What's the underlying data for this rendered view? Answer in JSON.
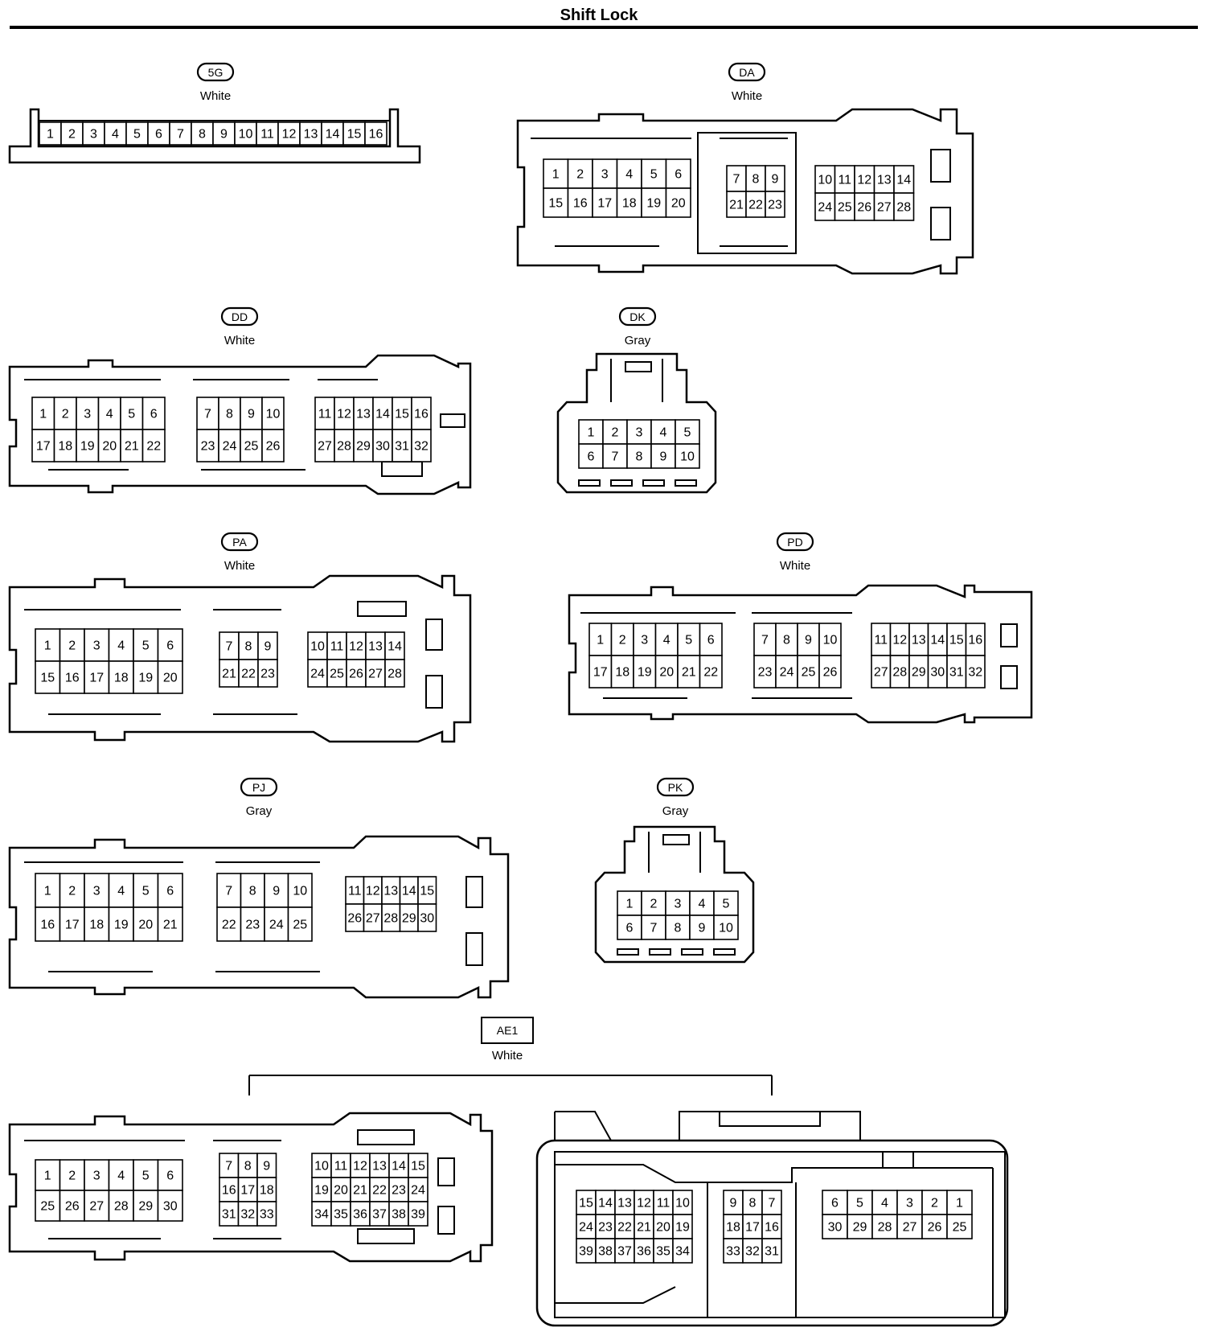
{
  "title": "Shift Lock",
  "connectors": [
    {
      "id": "5G",
      "color": "White",
      "tag_style": "pill",
      "rows": [
        [
          [
            "1",
            "2",
            "3",
            "4",
            "5",
            "6",
            "7",
            "8",
            "9",
            "10",
            "11",
            "12",
            "13",
            "14",
            "15",
            "16"
          ]
        ]
      ]
    },
    {
      "id": "DA",
      "color": "White",
      "tag_style": "pill",
      "rows": [
        [
          [
            "1",
            "2",
            "3",
            "4",
            "5",
            "6"
          ],
          [
            "15",
            "16",
            "17",
            "18",
            "19",
            "20"
          ]
        ],
        [
          [
            "7",
            "8",
            "9"
          ],
          [
            "21",
            "22",
            "23"
          ]
        ],
        [
          [
            "10",
            "11",
            "12",
            "13",
            "14"
          ],
          [
            "24",
            "25",
            "26",
            "27",
            "28"
          ]
        ]
      ]
    },
    {
      "id": "DD",
      "color": "White",
      "tag_style": "pill",
      "rows": [
        [
          [
            "1",
            "2",
            "3",
            "4",
            "5",
            "6"
          ],
          [
            "17",
            "18",
            "19",
            "20",
            "21",
            "22"
          ]
        ],
        [
          [
            "7",
            "8",
            "9",
            "10"
          ],
          [
            "23",
            "24",
            "25",
            "26"
          ]
        ],
        [
          [
            "11",
            "12",
            "13",
            "14",
            "15",
            "16"
          ],
          [
            "27",
            "28",
            "29",
            "30",
            "31",
            "32"
          ]
        ]
      ]
    },
    {
      "id": "DK",
      "color": "Gray",
      "tag_style": "pill",
      "rows": [
        [
          [
            "1",
            "2",
            "3",
            "4",
            "5"
          ],
          [
            "6",
            "7",
            "8",
            "9",
            "10"
          ]
        ]
      ]
    },
    {
      "id": "PA",
      "color": "White",
      "tag_style": "pill",
      "rows": [
        [
          [
            "1",
            "2",
            "3",
            "4",
            "5",
            "6"
          ],
          [
            "15",
            "16",
            "17",
            "18",
            "19",
            "20"
          ]
        ],
        [
          [
            "7",
            "8",
            "9"
          ],
          [
            "21",
            "22",
            "23"
          ]
        ],
        [
          [
            "10",
            "11",
            "12",
            "13",
            "14"
          ],
          [
            "24",
            "25",
            "26",
            "27",
            "28"
          ]
        ]
      ]
    },
    {
      "id": "PD",
      "color": "White",
      "tag_style": "pill",
      "rows": [
        [
          [
            "1",
            "2",
            "3",
            "4",
            "5",
            "6"
          ],
          [
            "17",
            "18",
            "19",
            "20",
            "21",
            "22"
          ]
        ],
        [
          [
            "7",
            "8",
            "9",
            "10"
          ],
          [
            "23",
            "24",
            "25",
            "26"
          ]
        ],
        [
          [
            "11",
            "12",
            "13",
            "14",
            "15",
            "16"
          ],
          [
            "27",
            "28",
            "29",
            "30",
            "31",
            "32"
          ]
        ]
      ]
    },
    {
      "id": "PJ",
      "color": "Gray",
      "tag_style": "pill",
      "rows": [
        [
          [
            "1",
            "2",
            "3",
            "4",
            "5",
            "6"
          ],
          [
            "16",
            "17",
            "18",
            "19",
            "20",
            "21"
          ]
        ],
        [
          [
            "7",
            "8",
            "9",
            "10"
          ],
          [
            "22",
            "23",
            "24",
            "25"
          ]
        ],
        [
          [
            "11",
            "12",
            "13",
            "14",
            "15"
          ],
          [
            "26",
            "27",
            "28",
            "29",
            "30"
          ]
        ]
      ]
    },
    {
      "id": "PK",
      "color": "Gray",
      "tag_style": "pill",
      "rows": [
        [
          [
            "1",
            "2",
            "3",
            "4",
            "5"
          ],
          [
            "6",
            "7",
            "8",
            "9",
            "10"
          ]
        ]
      ]
    },
    {
      "id": "AE1",
      "color": "White",
      "tag_style": "box",
      "rows": [
        [
          [
            "1",
            "2",
            "3",
            "4",
            "5",
            "6"
          ],
          [
            "25",
            "26",
            "27",
            "28",
            "29",
            "30"
          ]
        ],
        [
          [
            "7",
            "8",
            "9"
          ],
          [
            "16",
            "17",
            "18"
          ],
          [
            "31",
            "32",
            "33"
          ]
        ],
        [
          [
            "10",
            "11",
            "12",
            "13",
            "14",
            "15"
          ],
          [
            "19",
            "20",
            "21",
            "22",
            "23",
            "24"
          ],
          [
            "34",
            "35",
            "36",
            "37",
            "38",
            "39"
          ]
        ],
        [
          [
            "15",
            "14",
            "13",
            "12",
            "11",
            "10"
          ],
          [
            "24",
            "23",
            "22",
            "21",
            "20",
            "19"
          ],
          [
            "39",
            "38",
            "37",
            "36",
            "35",
            "34"
          ]
        ],
        [
          [
            "9",
            "8",
            "7"
          ],
          [
            "18",
            "17",
            "16"
          ],
          [
            "33",
            "32",
            "31"
          ]
        ],
        [
          [
            "6",
            "5",
            "4",
            "3",
            "2",
            "1"
          ],
          [
            "30",
            "29",
            "28",
            "27",
            "26",
            "25"
          ]
        ]
      ]
    }
  ]
}
